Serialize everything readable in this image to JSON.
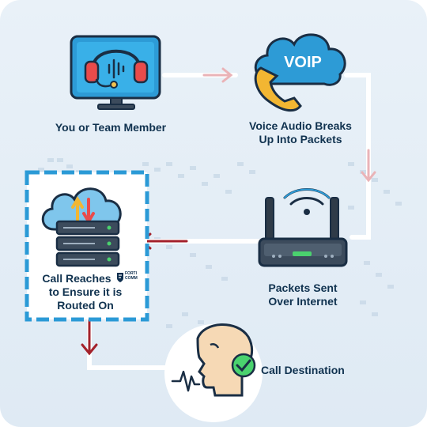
{
  "steps": {
    "you": {
      "label": "You or Team Member"
    },
    "voip": {
      "label_line1": "Voice Audio Breaks",
      "label_line2": "Up Into Packets",
      "badge": "VOIP"
    },
    "packets": {
      "label_line1": "Packets Sent",
      "label_line2": "Over Internet"
    },
    "call_reaches": {
      "label_line1": "Call Reaches",
      "label_line2": "to Ensure it is",
      "label_line3": "Routed On",
      "logo_line1": "FORTI",
      "logo_line2": "COMM"
    },
    "destination": {
      "label": "Call Destination"
    }
  },
  "colors": {
    "background": "#e6eef6",
    "arrow_red": "#a3212b",
    "arrow_pink": "#eab3b7",
    "label": "#10324f",
    "dashed_border": "#2b9ad6"
  }
}
